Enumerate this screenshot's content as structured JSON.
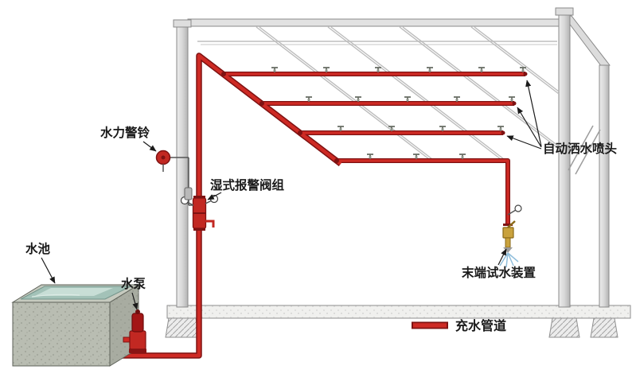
{
  "labels": {
    "hydraulic_alarm_bell": "水力警铃",
    "wet_alarm_valve_group": "湿式报警阀组",
    "automatic_sprinkler_heads": "自动洒水喷头",
    "end_test_device": "末端试水装置",
    "water_tank": "水池",
    "water_pump": "水泵",
    "water_filled_pipe_legend": "充水管道"
  },
  "colors": {
    "pipe_red": "#ce2a24",
    "pipe_dark_red": "#7e1212",
    "structure_gray": "#bcbcbc",
    "concrete_gray": "#f0f0ee",
    "water_green": "#a3c2b8",
    "brass_valve": "#c9a23d",
    "spray_blue": "#85b8d8",
    "label_text": "#1a1a1a"
  }
}
